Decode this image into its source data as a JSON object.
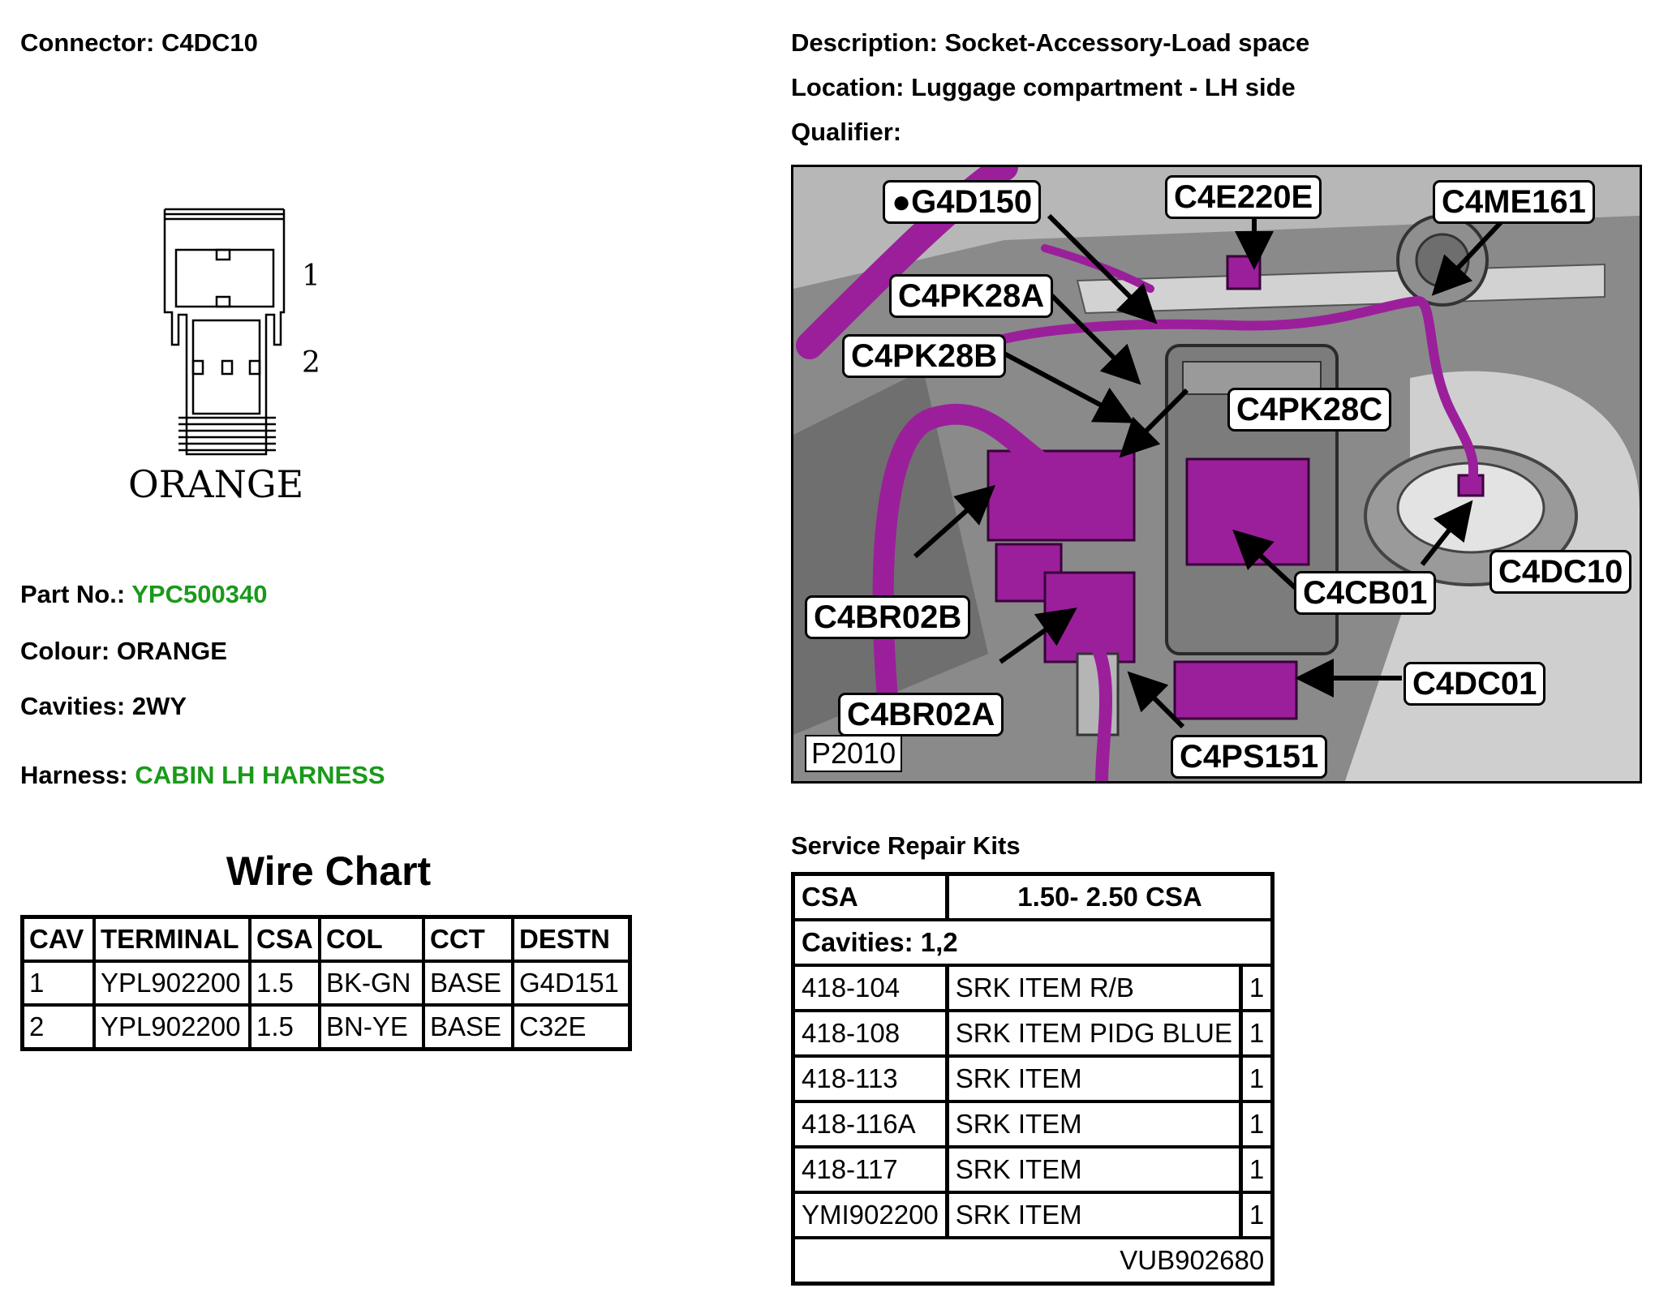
{
  "header": {
    "connector_label": "Connector:",
    "connector_value": "C4DC10",
    "description_label": "Description:",
    "description_value": "Socket-Accessory-Load space",
    "location_label": "Location:",
    "location_value": "Luggage compartment - LH side",
    "qualifier_label": "Qualifier:"
  },
  "connector_drawing": {
    "pin_1": "1",
    "pin_2": "2",
    "colour_caption": "ORANGE"
  },
  "details": {
    "part_no_label": "Part No.:",
    "part_no_value": "YPC500340",
    "colour_label": "Colour:",
    "colour_value": "ORANGE",
    "cavities_label": "Cavities:",
    "cavities_value": "2WY",
    "harness_label": "Harness:",
    "harness_value": "CABIN LH HARNESS",
    "accent_color": "#1a9a1a"
  },
  "wire_chart": {
    "title": "Wire Chart",
    "headers": [
      "CAV",
      "TERMINAL",
      "CSA",
      "COL",
      "CCT",
      "DESTN"
    ],
    "rows": [
      [
        "1",
        "YPL902200",
        "1.5",
        "BK-GN",
        "BASE",
        "G4D151"
      ],
      [
        "2",
        "YPL902200",
        "1.5",
        "BN-YE",
        "BASE",
        "C32E"
      ]
    ]
  },
  "location_picture": {
    "picture_id": "P2010",
    "wiring_color": "#9b1f9b",
    "callouts": [
      "●G4D150",
      "C4E220E",
      "C4ME161",
      "C4PK28A",
      "C4PK28B",
      "C4PK28C",
      "C4BR02B",
      "C4CB01",
      "C4DC10",
      "C4DC01",
      "C4BR02A",
      "C4PS151"
    ]
  },
  "service_repair_kits": {
    "title": "Service Repair Kits",
    "csa_label": "CSA",
    "csa_value": "1.50- 2.50 CSA",
    "cavities": "Cavities: 1,2",
    "rows": [
      [
        "418-104",
        "SRK ITEM R/B",
        "1"
      ],
      [
        "418-108",
        "SRK ITEM PIDG BLUE",
        "1"
      ],
      [
        "418-113",
        "SRK ITEM",
        "1"
      ],
      [
        "418-116A",
        "SRK ITEM",
        "1"
      ],
      [
        "418-117",
        "SRK ITEM",
        "1"
      ],
      [
        "YMI902200",
        "SRK ITEM",
        "1"
      ]
    ],
    "footer": "VUB902680"
  }
}
